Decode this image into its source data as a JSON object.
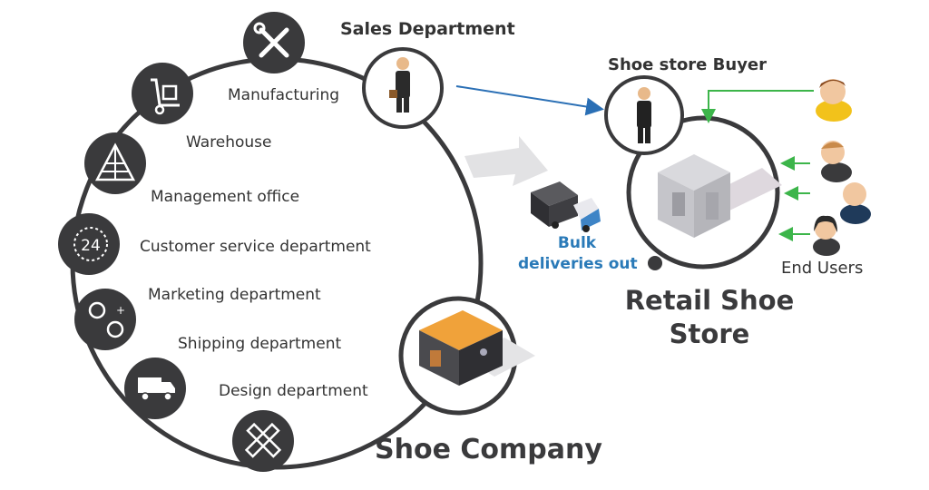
{
  "company": {
    "title": "Shoe Company",
    "sales_department": "Sales Department",
    "departments": [
      {
        "label": "Manufacturing",
        "icon": "tools-icon"
      },
      {
        "label": "Warehouse",
        "icon": "hand-truck-icon"
      },
      {
        "label": "Management office",
        "icon": "pyramid-icon"
      },
      {
        "label": "Customer service department",
        "icon": "phone-24-icon"
      },
      {
        "label": "Marketing department",
        "icon": "people-network-icon"
      },
      {
        "label": "Shipping department",
        "icon": "truck-icon"
      },
      {
        "label": "Design department",
        "icon": "ruler-pencil-icon"
      }
    ]
  },
  "delivery": {
    "label_line1": "Bulk",
    "label_line2": "deliveries out"
  },
  "store": {
    "buyer_label": "Shoe store Buyer",
    "title_line1": "Retail Shoe",
    "title_line2": "Store",
    "end_users_label": "End Users"
  },
  "colors": {
    "dark_circle": "#3a3a3c",
    "ring": "#3a3a3c",
    "blue_arrow": "#2a6fb5",
    "green_arrow": "#3cb54a",
    "delivery_text": "#2a7ab8",
    "title_text": "#3a3a3c"
  }
}
